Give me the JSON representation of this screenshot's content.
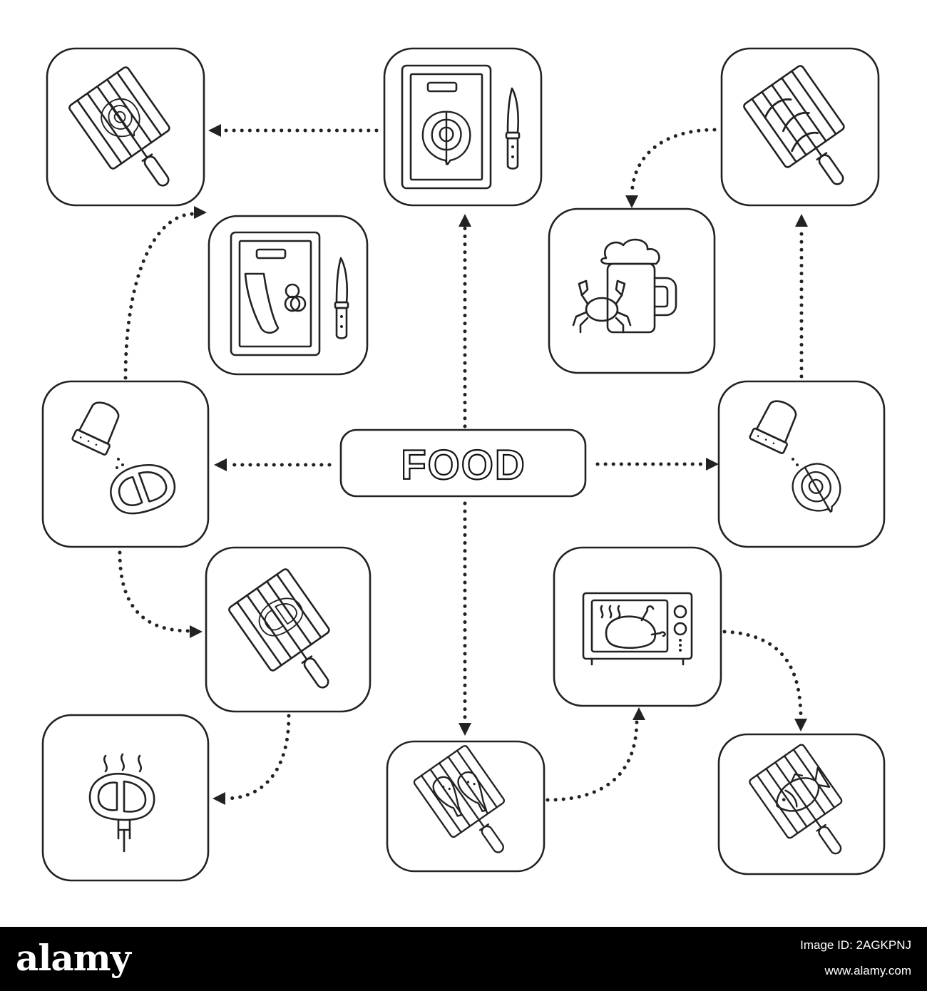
{
  "center": {
    "label": "FOOD"
  },
  "nodes": [
    {
      "id": "grilled-salmon-steak",
      "icon": "grilled-salmon-steak-icon"
    },
    {
      "id": "salmon-cutting-board",
      "icon": "salmon-cutting-board-icon"
    },
    {
      "id": "grilled-sausages",
      "icon": "grilled-sausages-icon"
    },
    {
      "id": "sausage-cutting-board",
      "icon": "sausage-cutting-board-icon"
    },
    {
      "id": "crab-and-beer",
      "icon": "crab-and-beer-icon"
    },
    {
      "id": "salted-meat-steak",
      "icon": "salted-meat-steak-icon"
    },
    {
      "id": "salted-salmon-steak",
      "icon": "salted-salmon-steak-icon"
    },
    {
      "id": "grilled-meat-steak",
      "icon": "grilled-meat-steak-icon"
    },
    {
      "id": "roast-chicken-oven",
      "icon": "roast-chicken-oven-icon"
    },
    {
      "id": "hot-steak-on-fork",
      "icon": "hot-steak-on-fork-icon"
    },
    {
      "id": "grilled-chicken-legs",
      "icon": "grilled-chicken-legs-icon"
    },
    {
      "id": "grilled-fish",
      "icon": "grilled-fish-icon"
    }
  ],
  "links": [
    {
      "from": "center",
      "to": "salted-meat-steak"
    },
    {
      "from": "center",
      "to": "salted-salmon-steak"
    },
    {
      "from": "center",
      "to": "salmon-cutting-board"
    },
    {
      "from": "center",
      "to": "grilled-chicken-legs"
    },
    {
      "from": "salmon-cutting-board",
      "to": "grilled-salmon-steak"
    },
    {
      "from": "salted-meat-steak",
      "to": "sausage-cutting-board"
    },
    {
      "from": "salted-meat-steak",
      "to": "grilled-meat-steak"
    },
    {
      "from": "grilled-meat-steak",
      "to": "hot-steak-on-fork"
    },
    {
      "from": "grilled-chicken-legs",
      "to": "roast-chicken-oven"
    },
    {
      "from": "roast-chicken-oven",
      "to": "grilled-fish"
    },
    {
      "from": "salted-salmon-steak",
      "to": "grilled-sausages"
    },
    {
      "from": "grilled-sausages",
      "to": "crab-and-beer"
    }
  ],
  "footer": {
    "logo": "alamy",
    "image_id_label": "Image ID: 2AGKPNJ",
    "site": "www.alamy.com"
  },
  "colors": {
    "line": "#222222",
    "background": "#ffffff",
    "footer": "#000000"
  }
}
